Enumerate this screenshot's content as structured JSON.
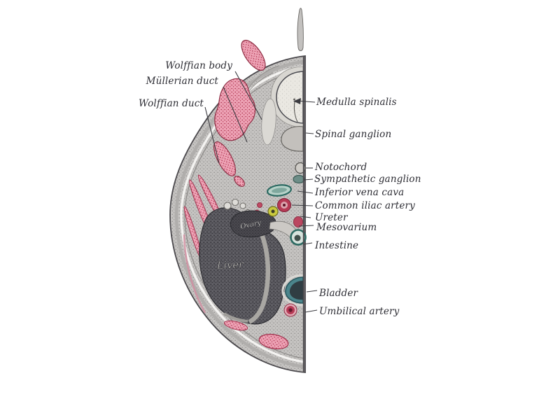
{
  "labels": {
    "left": [
      {
        "id": "wolffian-body",
        "text": "Wolffian body"
      },
      {
        "id": "mullerian-duct",
        "text": "Müllerian duct"
      },
      {
        "id": "wolffian-duct",
        "text": "Wolffian duct"
      }
    ],
    "right": [
      {
        "id": "medulla-spinalis",
        "text": "Medulla spinalis"
      },
      {
        "id": "spinal-ganglion",
        "text": "Spinal ganglion"
      },
      {
        "id": "notochord",
        "text": "Notochord"
      },
      {
        "id": "sympathetic-ganglion",
        "text": "Sympathetic ganglion"
      },
      {
        "id": "inferior-vena-cava",
        "text": "Inferior vena cava"
      },
      {
        "id": "common-iliac-artery",
        "text": "Common iliac artery"
      },
      {
        "id": "ureter",
        "text": "Ureter"
      },
      {
        "id": "mesovarium",
        "text": "Mesovarium"
      },
      {
        "id": "intestine",
        "text": "Intestine"
      },
      {
        "id": "bladder",
        "text": "Bladder"
      },
      {
        "id": "umbilical-artery",
        "text": "Umbilical artery"
      }
    ],
    "inline": [
      {
        "id": "ovary",
        "text": "Ovary"
      },
      {
        "id": "liver",
        "text": "Liver"
      }
    ]
  },
  "colors": {
    "ink": "#3b3b40",
    "tissue_gray": "#c6c4c2",
    "liver_dark": "#5a595f",
    "pink_tissue": "#efa6b8",
    "crimson": "#b63a55",
    "vein_teal": "#2c6a62",
    "ureter_yellow": "#c9c93e",
    "bladder_teal": "#4b858c"
  }
}
